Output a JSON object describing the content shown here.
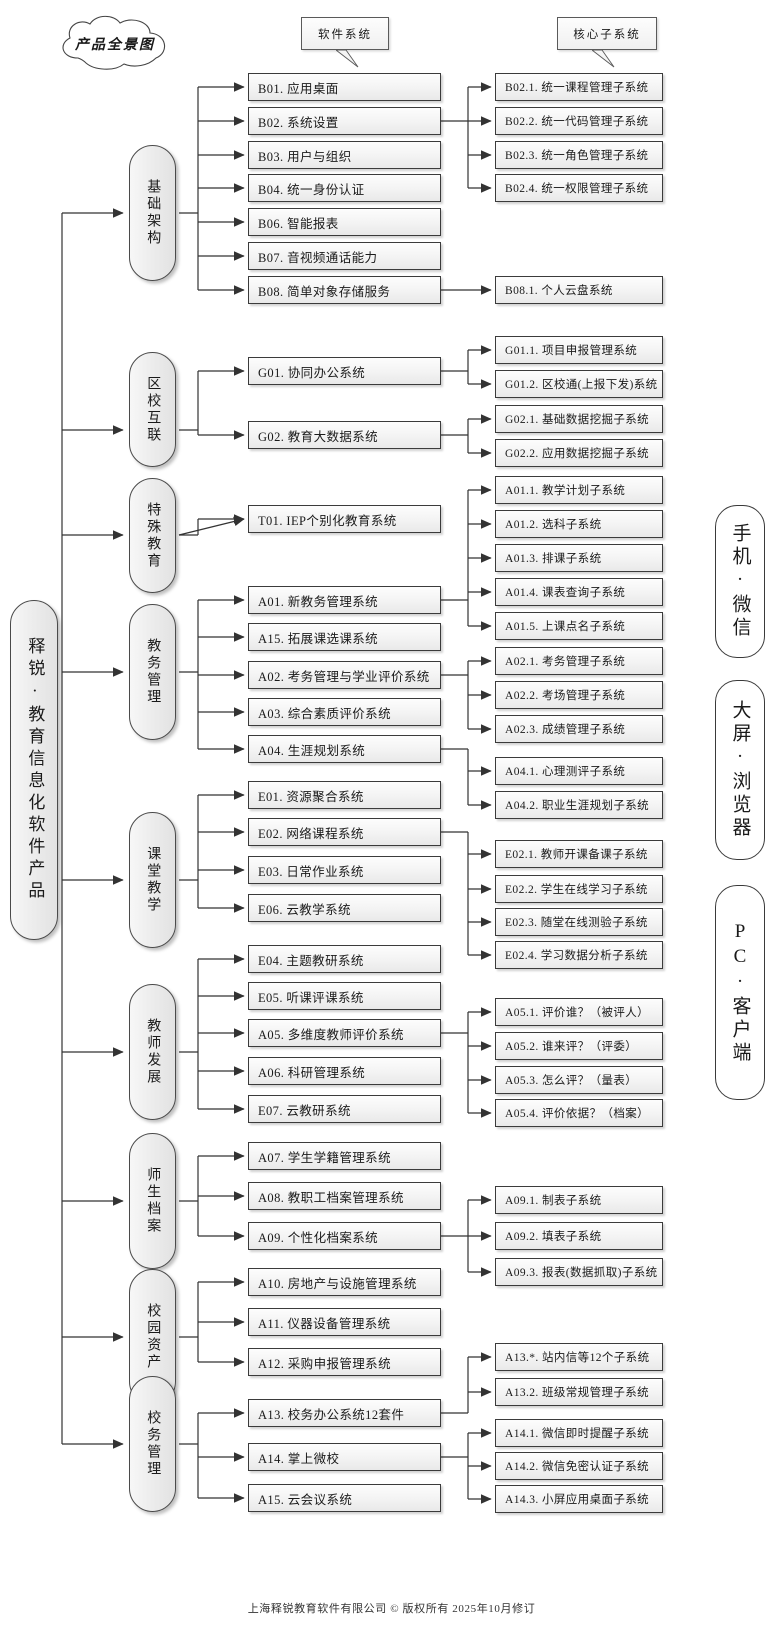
{
  "title_cloud": "产品全景图",
  "callouts": [
    {
      "id": "software-systems",
      "label": "软件系统"
    },
    {
      "id": "core-subsystems",
      "label": "核心子系统"
    }
  ],
  "root": {
    "label": "释锐·教育信息化软件产品"
  },
  "footer": "上海释锐教育软件有限公司 © 版权所有  2025年10月修订",
  "devices": [
    {
      "id": "mobile-wechat",
      "label": "手机·微信"
    },
    {
      "id": "bigscreen-browser",
      "label": "大屏·浏览器"
    },
    {
      "id": "pc-client",
      "label": "PC·客户端"
    }
  ],
  "categories": [
    {
      "id": "infrastructure",
      "label": "基础架构"
    },
    {
      "id": "district-school",
      "label": "区校互联"
    },
    {
      "id": "special-education",
      "label": "特殊教育"
    },
    {
      "id": "academic-affairs",
      "label": "教务管理"
    },
    {
      "id": "classroom-teaching",
      "label": "课堂教学"
    },
    {
      "id": "teacher-development",
      "label": "教师发展"
    },
    {
      "id": "student-teacher-archives",
      "label": "师生档案"
    },
    {
      "id": "campus-assets",
      "label": "校园资产"
    },
    {
      "id": "school-administration",
      "label": "校务管理"
    }
  ],
  "systems": [
    {
      "id": "B01",
      "label": "B01. 应用桌面"
    },
    {
      "id": "B02",
      "label": "B02. 系统设置"
    },
    {
      "id": "B03",
      "label": "B03. 用户与组织"
    },
    {
      "id": "B04",
      "label": "B04. 统一身份认证"
    },
    {
      "id": "B06",
      "label": "B06. 智能报表"
    },
    {
      "id": "B07",
      "label": "B07. 音视频通话能力"
    },
    {
      "id": "B08",
      "label": "B08. 简单对象存储服务"
    },
    {
      "id": "G01",
      "label": "G01. 协同办公系统"
    },
    {
      "id": "G02",
      "label": "G02. 教育大数据系统"
    },
    {
      "id": "T01",
      "label": "T01. IEP个别化教育系统"
    },
    {
      "id": "A01",
      "label": "A01. 新教务管理系统"
    },
    {
      "id": "A15x",
      "label": "A15. 拓展课选课系统"
    },
    {
      "id": "A02",
      "label": "A02. 考务管理与学业评价系统"
    },
    {
      "id": "A03",
      "label": "A03. 综合素质评价系统"
    },
    {
      "id": "A04",
      "label": "A04. 生涯规划系统"
    },
    {
      "id": "E01",
      "label": "E01. 资源聚合系统"
    },
    {
      "id": "E02",
      "label": "E02. 网络课程系统"
    },
    {
      "id": "E03",
      "label": "E03. 日常作业系统"
    },
    {
      "id": "E06",
      "label": "E06. 云教学系统"
    },
    {
      "id": "E04",
      "label": "E04. 主题教研系统"
    },
    {
      "id": "E05",
      "label": "E05. 听课评课系统"
    },
    {
      "id": "A05",
      "label": "A05. 多维度教师评价系统"
    },
    {
      "id": "A06",
      "label": "A06. 科研管理系统"
    },
    {
      "id": "E07",
      "label": "E07. 云教研系统"
    },
    {
      "id": "A07",
      "label": "A07. 学生学籍管理系统"
    },
    {
      "id": "A08",
      "label": "A08. 教职工档案管理系统"
    },
    {
      "id": "A09",
      "label": "A09. 个性化档案系统"
    },
    {
      "id": "A10",
      "label": "A10. 房地产与设施管理系统"
    },
    {
      "id": "A11",
      "label": "A11. 仪器设备管理系统"
    },
    {
      "id": "A12",
      "label": "A12. 采购申报管理系统"
    },
    {
      "id": "A13",
      "label": "A13. 校务办公系统12套件"
    },
    {
      "id": "A14",
      "label": "A14. 掌上微校"
    },
    {
      "id": "A15",
      "label": "A15. 云会议系统"
    }
  ],
  "subsystems": [
    {
      "id": "B02-1",
      "label": "B02.1. 统一课程管理子系统"
    },
    {
      "id": "B02-2",
      "label": "B02.2. 统一代码管理子系统"
    },
    {
      "id": "B02-3",
      "label": "B02.3. 统一角色管理子系统"
    },
    {
      "id": "B02-4",
      "label": "B02.4. 统一权限管理子系统"
    },
    {
      "id": "B08-1",
      "label": "B08.1. 个人云盘系统"
    },
    {
      "id": "G01-1",
      "label": "G01.1. 项目申报管理系统"
    },
    {
      "id": "G01-2",
      "label": "G01.2. 区校通(上报下发)系统"
    },
    {
      "id": "G02-1",
      "label": "G02.1. 基础数据挖掘子系统"
    },
    {
      "id": "G02-2",
      "label": "G02.2. 应用数据挖掘子系统"
    },
    {
      "id": "A01-1",
      "label": "A01.1. 教学计划子系统"
    },
    {
      "id": "A01-2",
      "label": "A01.2. 选科子系统"
    },
    {
      "id": "A01-3",
      "label": "A01.3. 排课子系统"
    },
    {
      "id": "A01-4",
      "label": "A01.4. 课表查询子系统"
    },
    {
      "id": "A01-5",
      "label": "A01.5. 上课点名子系统"
    },
    {
      "id": "A02-1",
      "label": "A02.1. 考务管理子系统"
    },
    {
      "id": "A02-2",
      "label": "A02.2. 考场管理子系统"
    },
    {
      "id": "A02-3",
      "label": "A02.3. 成绩管理子系统"
    },
    {
      "id": "A04-1",
      "label": "A04.1. 心理测评子系统"
    },
    {
      "id": "A04-2",
      "label": "A04.2. 职业生涯规划子系统"
    },
    {
      "id": "E02-1",
      "label": "E02.1. 教师开课备课子系统"
    },
    {
      "id": "E02-2",
      "label": "E02.2. 学生在线学习子系统"
    },
    {
      "id": "E02-3",
      "label": "E02.3. 随堂在线测验子系统"
    },
    {
      "id": "E02-4",
      "label": "E02.4. 学习数据分析子系统"
    },
    {
      "id": "A05-1",
      "label": "A05.1. 评价谁？（被评人）"
    },
    {
      "id": "A05-2",
      "label": "A05.2. 谁来评？（评委）"
    },
    {
      "id": "A05-3",
      "label": "A05.3. 怎么评？（量表）"
    },
    {
      "id": "A05-4",
      "label": "A05.4. 评价依据？（档案）"
    },
    {
      "id": "A09-1",
      "label": "A09.1. 制表子系统"
    },
    {
      "id": "A09-2",
      "label": "A09.2. 填表子系统"
    },
    {
      "id": "A09-3",
      "label": "A09.3. 报表(数据抓取)子系统"
    },
    {
      "id": "A13-x",
      "label": "A13.*. 站内信等12个子系统"
    },
    {
      "id": "A13-2",
      "label": "A13.2. 班级常规管理子系统"
    },
    {
      "id": "A14-1",
      "label": "A14.1. 微信即时提醒子系统"
    },
    {
      "id": "A14-2",
      "label": "A14.2. 微信免密认证子系统"
    },
    {
      "id": "A14-3",
      "label": "A14.3. 小屏应用桌面子系统"
    }
  ],
  "colors": {
    "line": "#333333",
    "box_border": "#3b3b3b",
    "box_fill": "#f2f2f2",
    "background": "#ffffff"
  }
}
